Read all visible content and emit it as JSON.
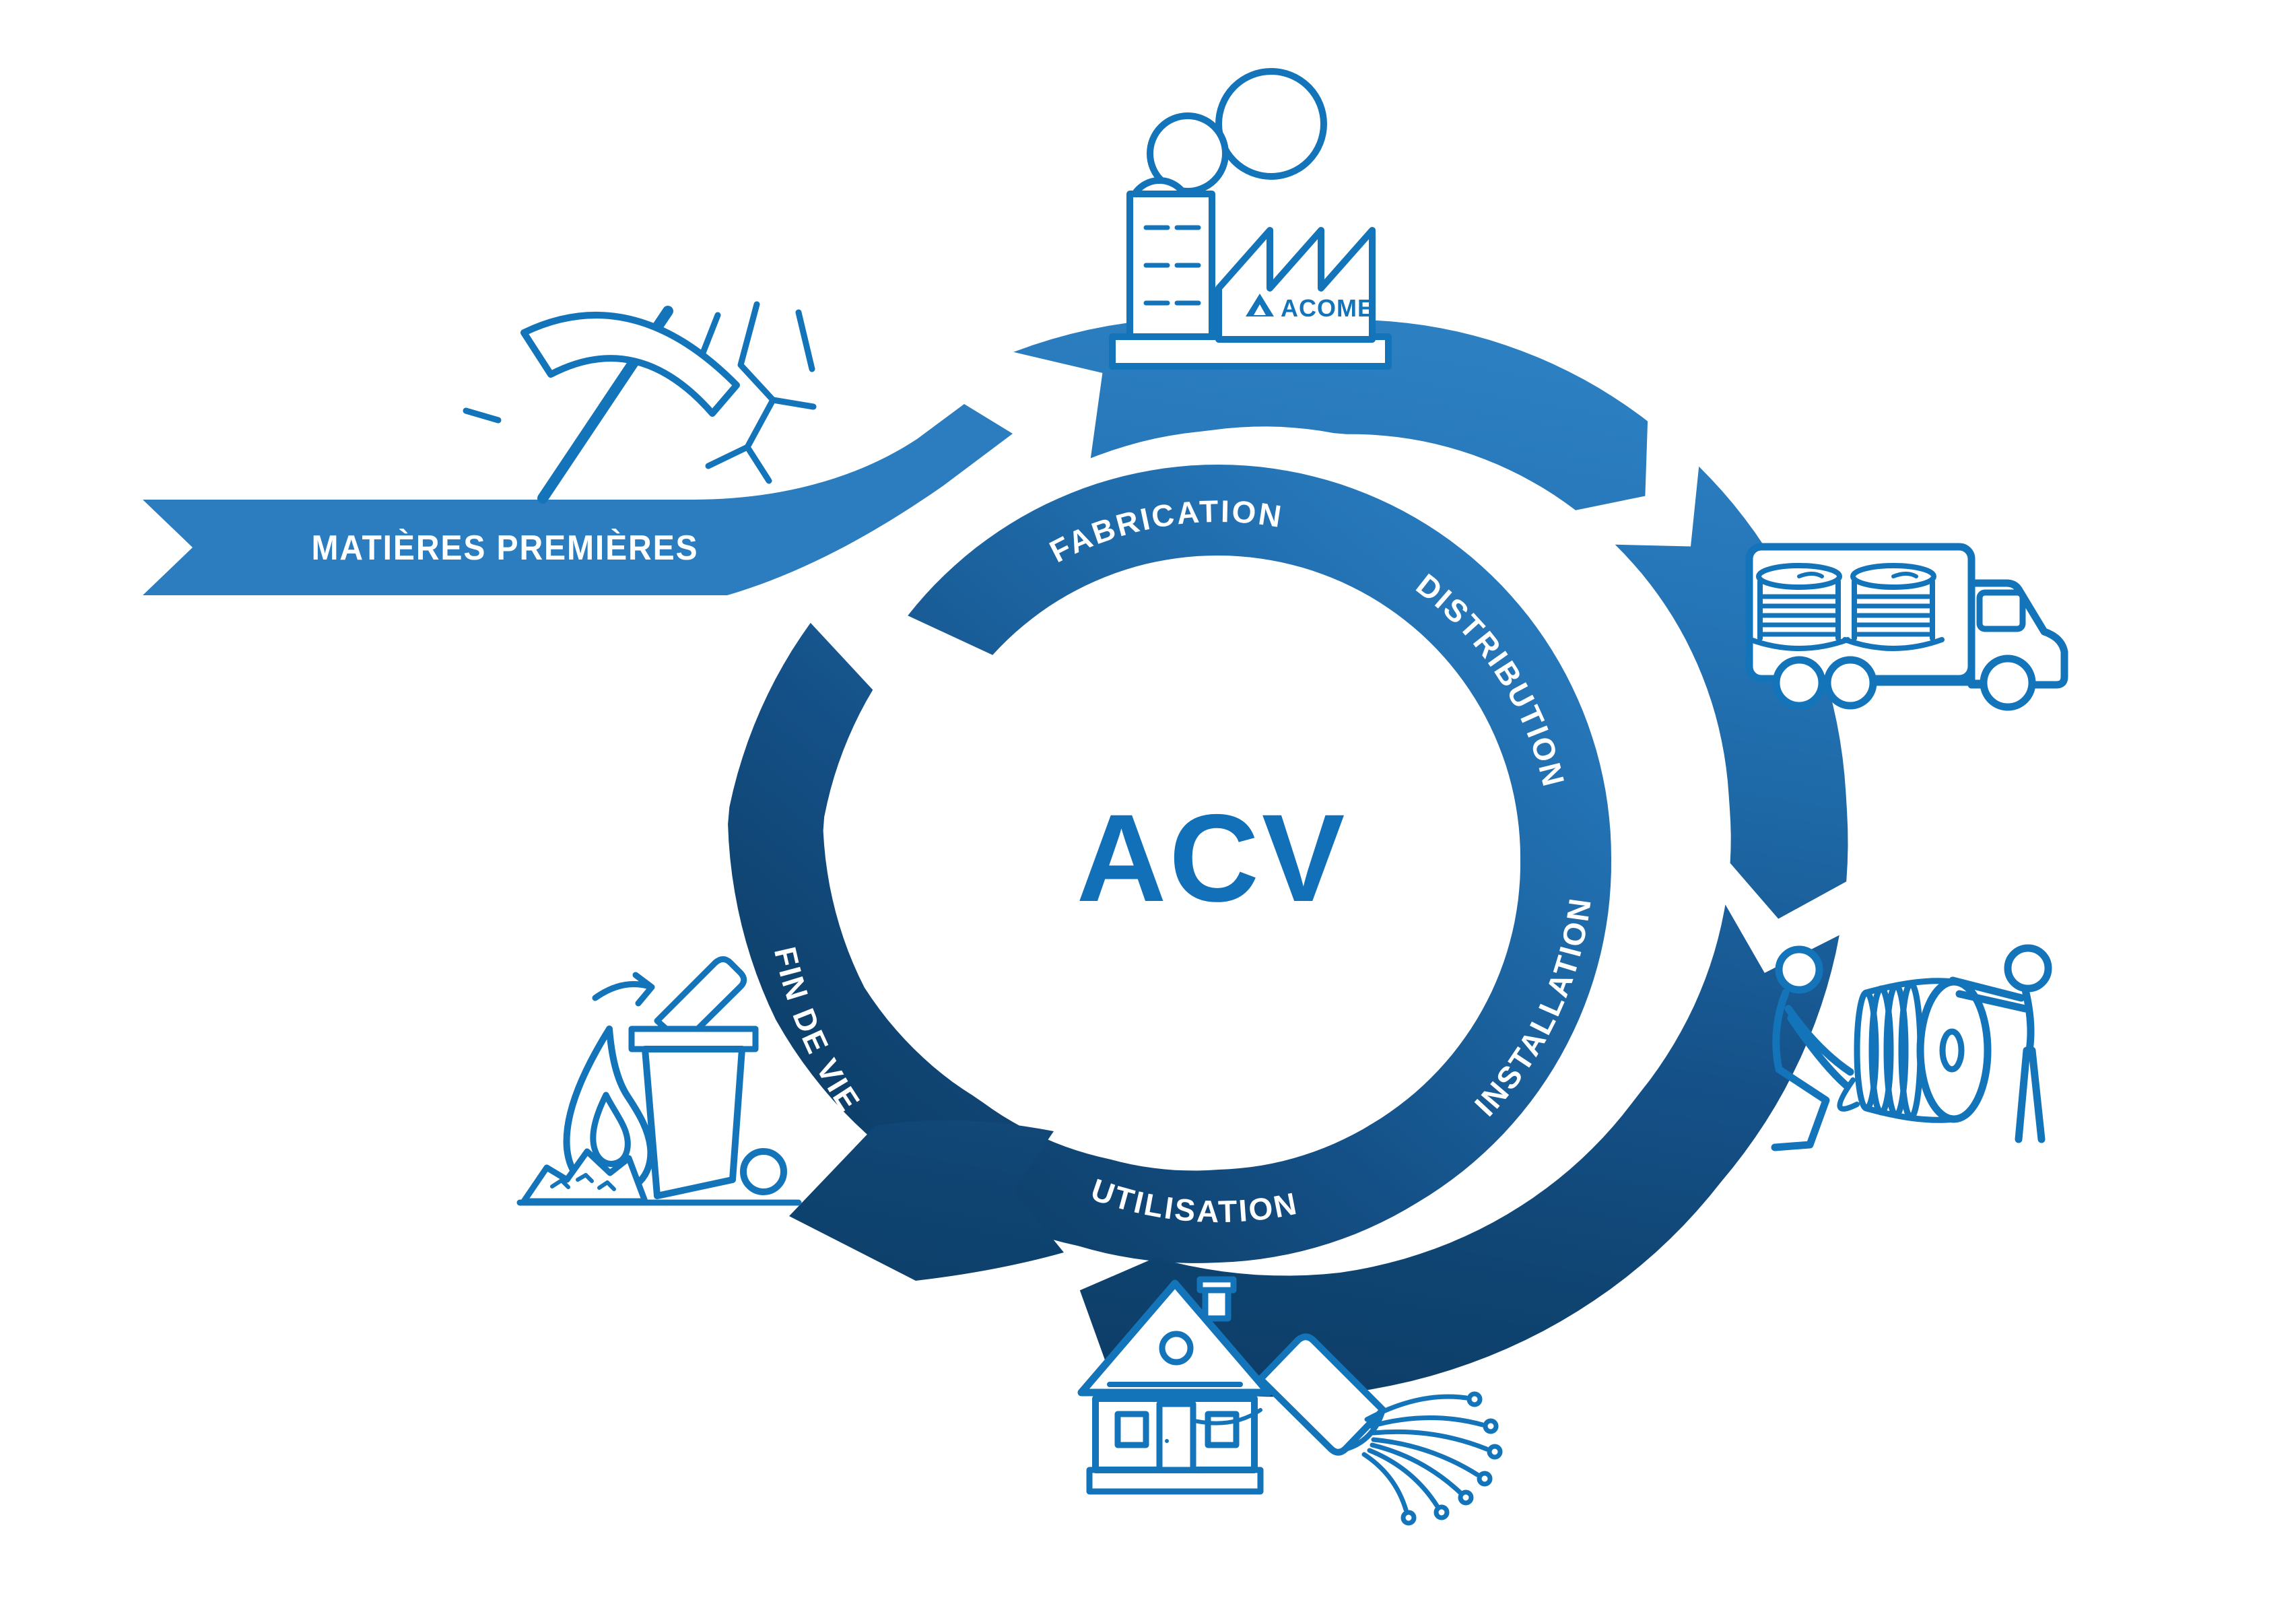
{
  "title": "ACV",
  "center_label": "ACV",
  "brand": "ACOME",
  "banner": {
    "label": "MATIÈRES PREMIÈRES"
  },
  "stages": [
    {
      "id": "fabrication",
      "label": "FABRICATION"
    },
    {
      "id": "distribution",
      "label": "DISTRIBUTION"
    },
    {
      "id": "installation",
      "label": "INSTALLATION"
    },
    {
      "id": "utilisation",
      "label": "UTILISATION"
    },
    {
      "id": "fin-de-vie",
      "label": "FIN DE VIE"
    }
  ],
  "icons": [
    {
      "name": "pickaxe-icon"
    },
    {
      "name": "factory-icon"
    },
    {
      "name": "smoke-cloud-icon"
    },
    {
      "name": "truck-icon"
    },
    {
      "name": "cable-spool-icon"
    },
    {
      "name": "cable-reel-installation-icon"
    },
    {
      "name": "house-icon"
    },
    {
      "name": "fiber-cable-icon"
    },
    {
      "name": "fire-icon"
    },
    {
      "name": "trash-bin-icon"
    },
    {
      "name": "recycle-arrow-icon"
    }
  ],
  "colors": {
    "stroke_blue": "#1474ba",
    "ribbon_blue": "#2b7dbf",
    "acv_blue": "#1170b8",
    "band_light": "#2e82c4",
    "band_dark": "#0c3b64",
    "white": "#ffffff"
  }
}
